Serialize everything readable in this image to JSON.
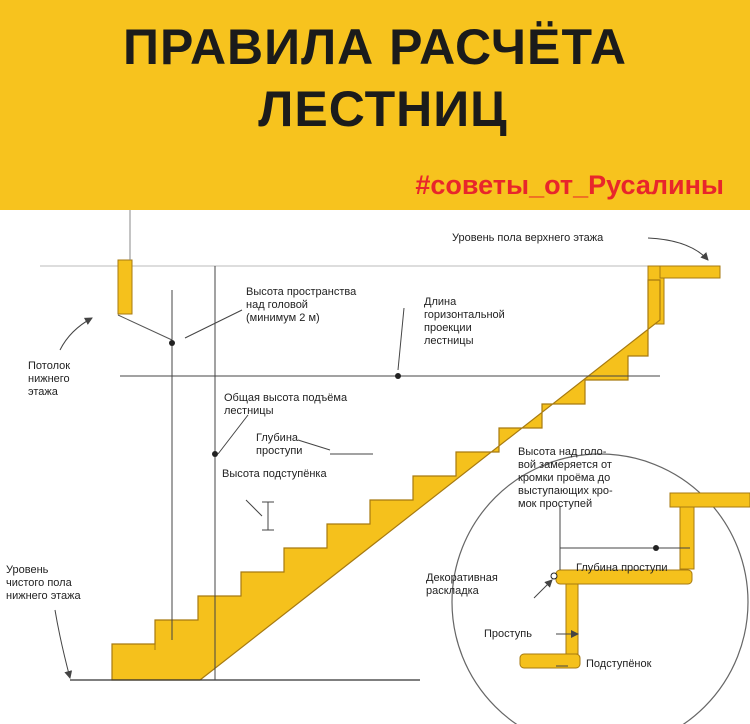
{
  "header": {
    "title_line1": "ПРАВИЛА  РАСЧЁТА",
    "title_line2": "ЛЕСТНИЦ",
    "hashtag": "#советы_от_Русалины"
  },
  "diagram": {
    "upper_floor_level": "Уровень пола верхнего этажа",
    "headroom": "Высота пространства\nнад головой\n(минимум 2 м)",
    "horizontal_projection": "Длина\nгоризонтальной\nпроекции\nлестницы",
    "lower_ceiling": "Потолок\nнижнего\nэтажа",
    "total_rise": "Общая высота подъёма\nлестницы",
    "tread_depth": "Глубина\nпроступи",
    "riser_height": "Высота подступёнка",
    "lower_floor_level": "Уровень\nчистого пола\nнижнего этажа"
  },
  "detail": {
    "headroom_note": "Высота над голо-\nвой замеряется от\nкромки проёма до\nвыступающих кро-\nмок проступей",
    "tread_depth": "Глубина проступи",
    "nosing": "Декоративная\nраскладка",
    "tread": "Проступь",
    "riser": "Подступёнок"
  },
  "colors": {
    "banner": "#f7c31e",
    "hashtag": "#e8262b",
    "wood": "#f5c11c",
    "wood_stroke": "#a77a10",
    "line": "#444444"
  }
}
